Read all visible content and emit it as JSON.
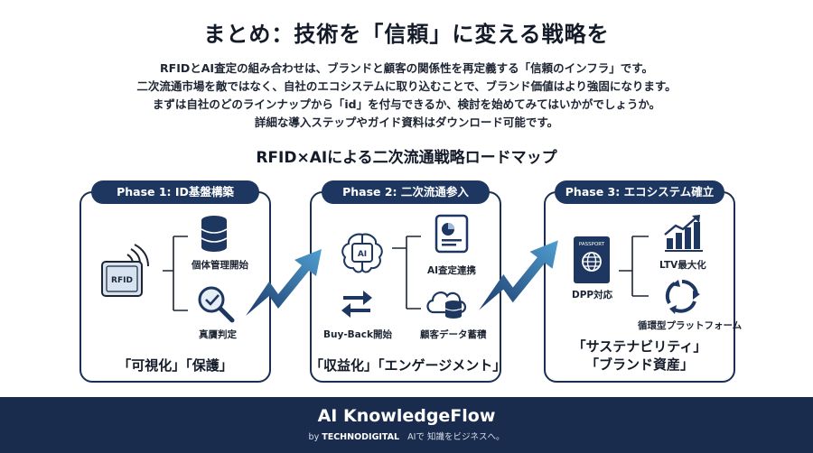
{
  "title": "まとめ：技術を「信頼」に変える戦略を",
  "intro": [
    "RFIDとAI査定の組み合わせは、ブランドと顧客の関係性を再定義する「信頼のインフラ」です。",
    "二次流通市場を敵ではなく、自社のエコシステムに取り込むことで、ブランド価値はより強固になります。",
    "まずは自社のどのラインナップから「id」を付与できるか、検討を始めてみてはいかがでしょうか。",
    "詳細な導入ステップやガイド資料はダウンロード可能です。"
  ],
  "roadmap_title": "RFID×AIによる二次流通戦略ロードマップ",
  "phases": [
    {
      "label": "Phase 1: ID基盤構築",
      "items": [
        "個体管理開始",
        "真贋判定"
      ],
      "rfid_tag_text": "RFID",
      "outcome": "「可視化」「保護」"
    },
    {
      "label": "Phase 2: 二次流通参入",
      "items": [
        "AI査定連携",
        "Buy-Back開始",
        "顧客データ蓄積"
      ],
      "ai_chip_text": "AI",
      "outcome": "「収益化」「エンゲージメント」"
    },
    {
      "label": "Phase 3: エコシステム確立",
      "items": [
        "DPP対応",
        "LTV最大化",
        "循環型プラットフォーム"
      ],
      "passport_text": "PASSPORT",
      "outcome_lines": [
        "「サステナビリティ」",
        "「ブランド資産」"
      ]
    }
  ],
  "footer": {
    "brand": "AI KnowledgeFlow",
    "by": "by",
    "company": "TECHNODIGITAL",
    "slogan": "AIで 知識をビジネスへ。"
  },
  "colors": {
    "navy": "#1e3760",
    "footer_bg": "#1a2c4e",
    "arrow_start": "#1d3a6b",
    "arrow_end": "#4f9fd0"
  }
}
